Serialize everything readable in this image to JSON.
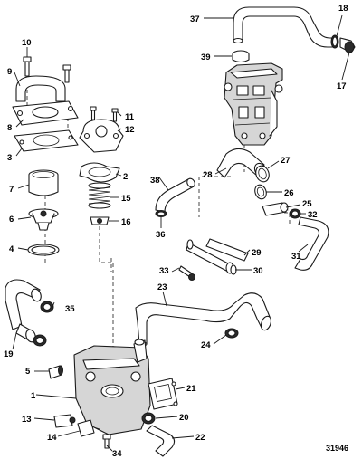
{
  "colors": {
    "line": "#1a1a1a",
    "shade": "#d6d6d6",
    "background": "#ffffff"
  },
  "callouts": [
    {
      "id": "c1",
      "text": "1"
    },
    {
      "id": "c2",
      "text": "2"
    },
    {
      "id": "c3",
      "text": "3"
    },
    {
      "id": "c4",
      "text": "4"
    },
    {
      "id": "c5",
      "text": "5"
    },
    {
      "id": "c6",
      "text": "6"
    },
    {
      "id": "c7",
      "text": "7"
    },
    {
      "id": "c8",
      "text": "8"
    },
    {
      "id": "c9",
      "text": "9"
    },
    {
      "id": "c10",
      "text": "10"
    },
    {
      "id": "c11",
      "text": "11"
    },
    {
      "id": "c12",
      "text": "12"
    },
    {
      "id": "c13",
      "text": "13"
    },
    {
      "id": "c14",
      "text": "14"
    },
    {
      "id": "c15",
      "text": "15"
    },
    {
      "id": "c16",
      "text": "16"
    },
    {
      "id": "c17",
      "text": "17"
    },
    {
      "id": "c18",
      "text": "18"
    },
    {
      "id": "c19",
      "text": "19"
    },
    {
      "id": "c20",
      "text": "20"
    },
    {
      "id": "c21",
      "text": "21"
    },
    {
      "id": "c22",
      "text": "22"
    },
    {
      "id": "c23",
      "text": "23"
    },
    {
      "id": "c24",
      "text": "24"
    },
    {
      "id": "c25",
      "text": "25"
    },
    {
      "id": "c26",
      "text": "26"
    },
    {
      "id": "c27",
      "text": "27"
    },
    {
      "id": "c28",
      "text": "28"
    },
    {
      "id": "c29",
      "text": "29"
    },
    {
      "id": "c30",
      "text": "30"
    },
    {
      "id": "c31",
      "text": "31"
    },
    {
      "id": "c32",
      "text": "32"
    },
    {
      "id": "c33",
      "text": "33"
    },
    {
      "id": "c34",
      "text": "34"
    },
    {
      "id": "c35",
      "text": "35"
    },
    {
      "id": "c36",
      "text": "36"
    },
    {
      "id": "c37",
      "text": "37"
    },
    {
      "id": "c38",
      "text": "38"
    },
    {
      "id": "c39",
      "text": "39"
    }
  ],
  "figure_number": "31946"
}
